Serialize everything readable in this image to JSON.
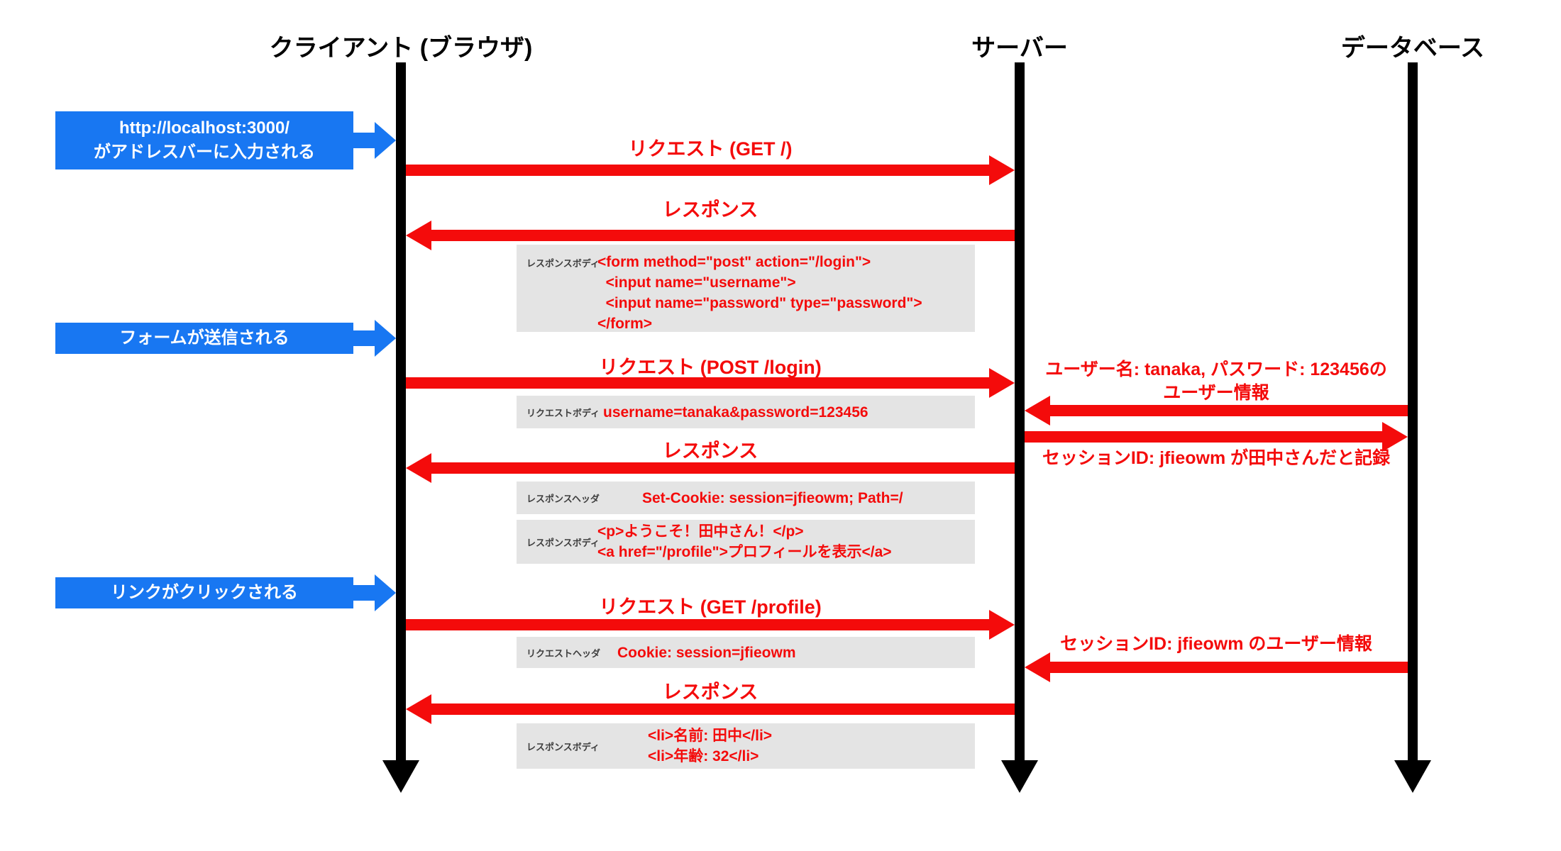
{
  "colors": {
    "blue": "#1877f2",
    "red": "#f40b0b",
    "gray_box": "#e4e4e4",
    "black": "#000000"
  },
  "actors": {
    "client": "クライアント (ブラウザ)",
    "server": "サーバー",
    "database": "データベース"
  },
  "user_actions": {
    "action1": "http://localhost:3000/\nがアドレスバーに入力される",
    "action2": "フォームが送信される",
    "action3": "リンクがクリックされる"
  },
  "messages": {
    "msg1": "リクエスト (GET /)",
    "msg2": "レスポンス",
    "msg3": "リクエスト (POST /login)",
    "msg4": "レスポンス",
    "msg5": "リクエスト (GET /profile)",
    "msg6": "レスポンス"
  },
  "db_messages": {
    "db1": "ユーザー名: tanaka, パスワード: 123456の\nユーザー情報",
    "db2": "セッションID: jfieowm が田中さんだと記録",
    "db3": "セッションID: jfieowm のユーザー情報"
  },
  "payloads": {
    "p1": {
      "tag": "レスポンスボディ",
      "code": "<form method=\"post\" action=\"/login\">\n  <input name=\"username\">\n  <input name=\"password\" type=\"password\">\n</form>"
    },
    "p2": {
      "tag": "リクエストボディ",
      "code": "username=tanaka&password=123456"
    },
    "p3": {
      "tag": "レスポンスヘッダ",
      "code": "Set-Cookie: session=jfieowm; Path=/"
    },
    "p4": {
      "tag": "レスポンスボディ",
      "code": "<p>ようこそ！田中さん！</p>\n<a href=\"/profile\">プロフィールを表示</a>"
    },
    "p5": {
      "tag": "リクエストヘッダ",
      "code": "Cookie: session=jfieowm"
    },
    "p6": {
      "tag": "レスポンスボディ",
      "code": "<li>名前: 田中</li>\n<li>年齢: 32</li>"
    }
  }
}
